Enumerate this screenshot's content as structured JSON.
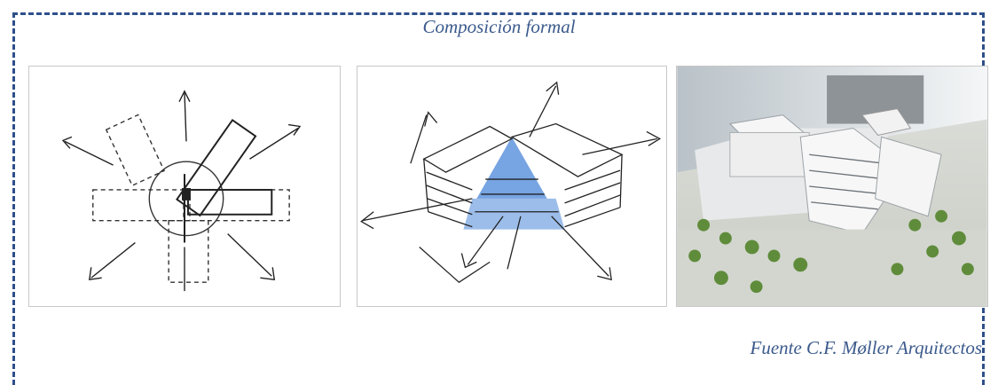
{
  "title": "Composición formal",
  "caption": "Fuente C.F. Møller Arquitectos",
  "colors": {
    "border": "#2f4f8a",
    "text": "#3b5a8c",
    "sketch_blue": "#4a86d8"
  },
  "images": [
    {
      "name": "plan-sketch",
      "kind": "hand-drawn site plan with radiating arrows"
    },
    {
      "name": "axonometric-sketch",
      "kind": "hand-drawn axonometric with blue atrium"
    },
    {
      "name": "aerial-render",
      "kind": "aerial architectural rendering"
    }
  ]
}
